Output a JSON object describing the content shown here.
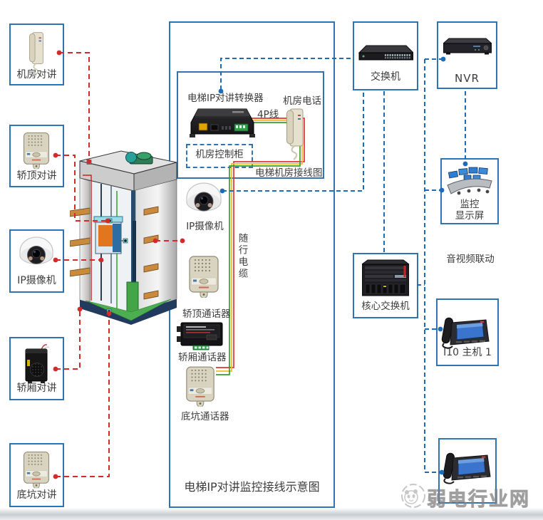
{
  "title": "电梯IP对讲监控接线示意图",
  "left_devices": [
    {
      "label": "机房对讲",
      "icon": "wall-intercom"
    },
    {
      "label": "轿顶对讲",
      "icon": "speaker-intercom"
    },
    {
      "label": "IP摄像机",
      "icon": "dome-camera"
    },
    {
      "label": "轿厢对讲",
      "icon": "black-intercom"
    },
    {
      "label": "底坑对讲",
      "icon": "speaker-intercom"
    }
  ],
  "machine_room": {
    "converter_label": "电梯IP对讲转换器",
    "cable_label": "4P线",
    "phone_label": "机房电话",
    "cabinet_label": "机房控制柜",
    "box_label": "电梯机房接线图"
  },
  "shaft_column": {
    "camera_label": "IP摄像机",
    "traveling_cable_label": "随行电缆",
    "talkers": [
      {
        "label": "轿顶通话器"
      },
      {
        "label": "轿厢通话器"
      },
      {
        "label": "底坑通话器"
      }
    ]
  },
  "right_devices": {
    "switch_label": "交换机",
    "nvr_label": "NVR",
    "monitor_line1": "监控",
    "monitor_line2": "显示屏",
    "av_linkage_label": "音视频联动",
    "core_switch_label": "核心交换机",
    "host_label": "I10 主机 1"
  },
  "watermark": {
    "text": "弱电行业网"
  },
  "colors": {
    "box_border": "#2e74b5",
    "blue_line": "#1e6bb8",
    "red_line": "#d42a2a",
    "cable_strands": [
      "#e03434",
      "#f0b929",
      "#33a12e"
    ],
    "label_text": "#3d3d3d"
  }
}
